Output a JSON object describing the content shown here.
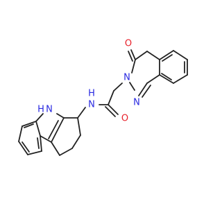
{
  "diagram": {
    "type": "chemical-structure",
    "colors": {
      "bond": "#222222",
      "oxygen": "#e8202a",
      "nitrogen": "#2828e0",
      "background": "#ffffff"
    },
    "atom_labels": {
      "o_ketone": "O",
      "o_amide": "O",
      "n_ring_1": "N",
      "n_ring_2": "N",
      "nh_amide": "N",
      "h_amide": "H",
      "nh_indole": "N",
      "h_indole": "H"
    }
  }
}
